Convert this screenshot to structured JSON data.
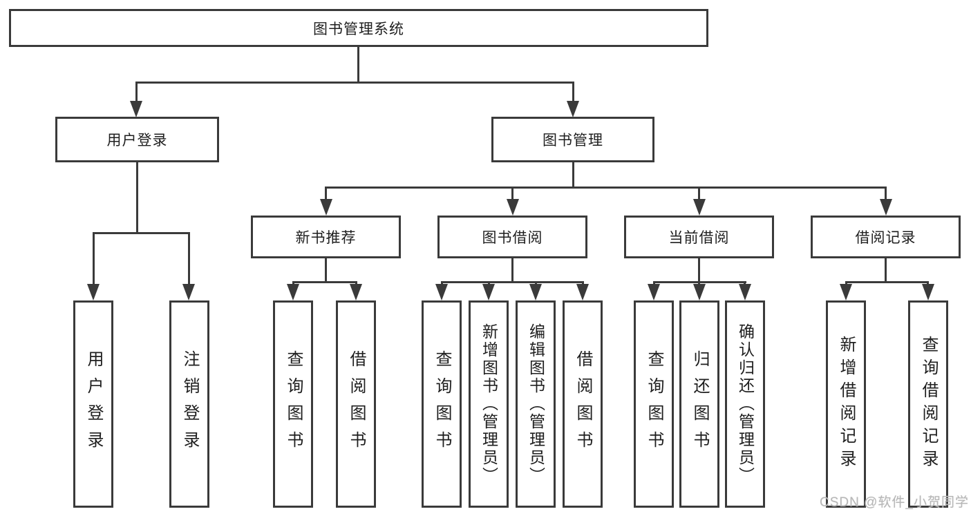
{
  "diagram": {
    "type": "tree",
    "title": "图书管理系统",
    "watermark": "CSDN @软件_小贺同学",
    "line_color": "#3a3a3a",
    "text_color": "#1e1e1e",
    "watermark_color": "#b7b7b7",
    "background_color": "#ffffff",
    "tree": {
      "label": "图书管理系统",
      "children": [
        {
          "label": "用户登录",
          "children": [
            {
              "label": "用户登录"
            },
            {
              "label": "注销登录"
            }
          ]
        },
        {
          "label": "图书管理",
          "children": [
            {
              "label": "新书推荐",
              "children": [
                {
                  "label": "查询图书"
                },
                {
                  "label": "借阅图书"
                }
              ]
            },
            {
              "label": "图书借阅",
              "children": [
                {
                  "label": "查询图书"
                },
                {
                  "label": "新增图书（管理员）"
                },
                {
                  "label": "编辑图书（管理员）"
                },
                {
                  "label": "借阅图书"
                }
              ]
            },
            {
              "label": "当前借阅",
              "children": [
                {
                  "label": "查询图书"
                },
                {
                  "label": "归还图书"
                },
                {
                  "label": "确认归还（管理员）"
                }
              ]
            },
            {
              "label": "借阅记录",
              "children": [
                {
                  "label": "新增借阅记录"
                },
                {
                  "label": "查询借阅记录"
                }
              ]
            }
          ]
        }
      ]
    }
  }
}
